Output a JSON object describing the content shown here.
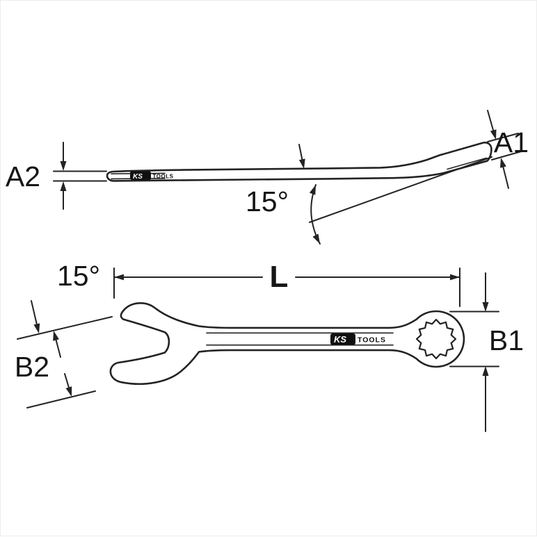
{
  "product_drawing": {
    "type": "combination-wrench-dimension-diagram",
    "brand": {
      "ks": "KS",
      "tools": "TOOLS"
    },
    "labels": {
      "a1": "A1",
      "a2": "A2",
      "b1": "B1",
      "b2": "B2",
      "length": "L",
      "angle_side_view": "15°",
      "angle_top_view": "15°"
    },
    "colors": {
      "background": "#ffffff",
      "line": "#232323",
      "logo_bg": "#101010",
      "logo_text": "#ffffff"
    }
  }
}
